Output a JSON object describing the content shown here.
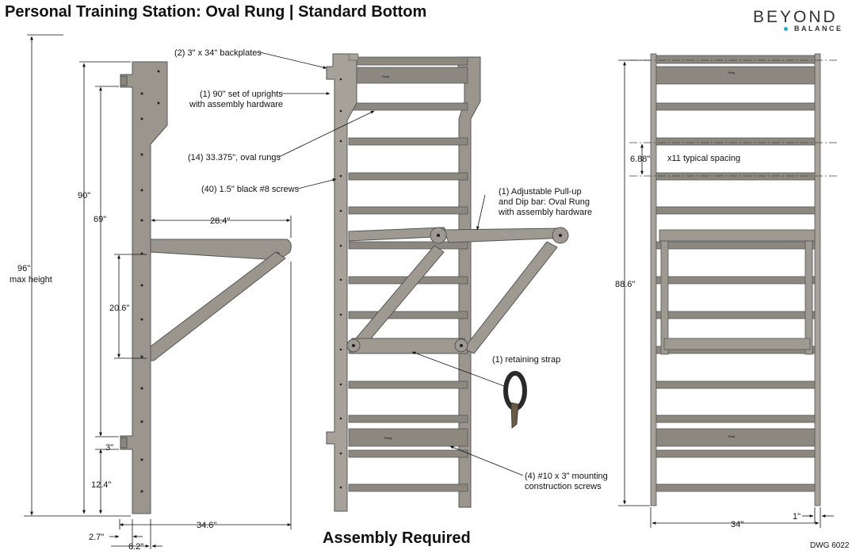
{
  "title": "Personal Training Station: Oval Rung | Standard Bottom",
  "logo": {
    "word1": "BEYOND",
    "word2": "BALANCE"
  },
  "footer": "Assembly Required",
  "drawing_number": "DWG 6022",
  "callouts": {
    "backplates": "(2) 3\" x 34\" backplates",
    "uprights_1": "(1) 90\" set of uprights",
    "uprights_2": "with assembly hardware",
    "rungs": "(14) 33.375\", oval rungs",
    "screws": "(40) 1.5\" black #8 screws",
    "pullup_1": "(1) Adjustable Pull-up",
    "pullup_2": "and Dip bar: Oval Rung",
    "pullup_3": "with assembly hardware",
    "strap": "(1) retaining strap",
    "mounting_1": "(4) #10 x 3\" mounting",
    "mounting_2": "construction screws"
  },
  "dimensions": {
    "max_height_value": "96\"",
    "max_height_label": "max height",
    "height_90": "90\"",
    "height_69": "69\"",
    "height_20_6": "20.6\"",
    "height_3": "3\"",
    "height_12_4": "12.4\"",
    "depth_28_4": "28.4\"",
    "depth_34_6": "34.6\"",
    "width_2_7": "2.7\"",
    "width_6_2": "6.2\"",
    "spacing": "6.88\"",
    "spacing_note": "x11 typical spacing",
    "height_88_6": "88.6\"",
    "width_34": "34\"",
    "width_1": "1\""
  }
}
